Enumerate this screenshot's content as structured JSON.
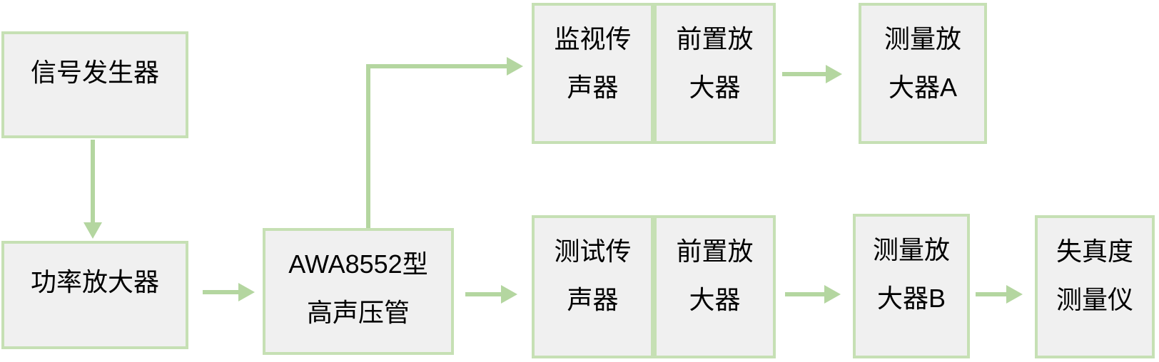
{
  "diagram": {
    "description": "audio-distortion-measurement-flowchart",
    "colors": {
      "box_fill": "#f0f0f0",
      "box_border": "#c6e0b4",
      "arrow": "#b4d6a0",
      "text": "#000000",
      "background": "#ffffff"
    },
    "nodes": {
      "signal_generator": {
        "label": "信号发生器",
        "line1": "信号发生器"
      },
      "power_amplifier": {
        "label": "功率放大器",
        "line1": "功率放大器"
      },
      "awa_tube": {
        "label": "AWA8552型高声压管",
        "line1": "AWA8552型",
        "line2": "高声压管"
      },
      "monitor_mic": {
        "label": "监视传声器",
        "line1": "监视传",
        "line2": "声器"
      },
      "preamp_top": {
        "label": "前置放大器",
        "line1": "前置放",
        "line2": "大器"
      },
      "measuring_amp_a": {
        "label": "测量放大器A",
        "line1": "测量放",
        "line2": "大器A"
      },
      "test_mic": {
        "label": "测试传声器",
        "line1": "测试传",
        "line2": "声器"
      },
      "preamp_bottom": {
        "label": "前置放大器",
        "line1": "前置放",
        "line2": "大器"
      },
      "measuring_amp_b": {
        "label": "测量放大器B",
        "line1": "测量放",
        "line2": "大器B"
      },
      "distortion_meter": {
        "label": "失真度测量仪",
        "line1": "失真度",
        "line2": "测量仪"
      }
    },
    "edges": [
      {
        "from": "signal_generator",
        "to": "power_amplifier",
        "direction": "down"
      },
      {
        "from": "power_amplifier",
        "to": "awa_tube",
        "direction": "right"
      },
      {
        "from": "awa_tube",
        "to": "monitor_mic",
        "direction": "up-right-elbow"
      },
      {
        "from": "awa_tube",
        "to": "test_mic",
        "direction": "right"
      },
      {
        "from": "preamp_top",
        "to": "measuring_amp_a",
        "direction": "right"
      },
      {
        "from": "preamp_bottom",
        "to": "measuring_amp_b",
        "direction": "right"
      },
      {
        "from": "measuring_amp_b",
        "to": "distortion_meter",
        "direction": "right"
      }
    ]
  }
}
